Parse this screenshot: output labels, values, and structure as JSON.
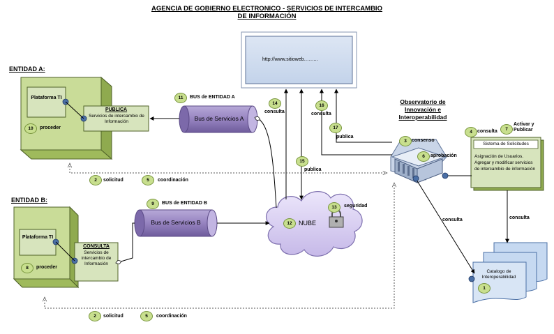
{
  "title": {
    "line1": "AGENCIA DE GOBIERNO ELECTRONICO  -  SERVICIOS DE INTERCAMBIO",
    "line2": "DE INFORMACIÓN"
  },
  "browser": {
    "url": "http://www.sitioweb……..."
  },
  "entity_a": {
    "heading": "ENTIDAD A:",
    "platform": "Plataforma TI",
    "service_title": "PUBLICA",
    "service_text": "Servicios de intercambio de Información",
    "proceder": "proceder",
    "proceder_num": "10",
    "bus_num": "11",
    "bus_label": "BUS de ENTIDAD A",
    "bus_name": "Bus de Servicios A"
  },
  "entity_b": {
    "heading": "ENTIDAD B:",
    "platform": "Plataforma TI",
    "service_title": "CONSULTA",
    "service_text": "Servicios de intercambio de Información",
    "proceder": "proceder",
    "proceder_num": "8",
    "bus_num": "9",
    "bus_label": "BUS de ENTIDAD B",
    "bus_name": "Bus de Servicios B"
  },
  "observatorio": {
    "title": "Observatorio de Innovación e Interoperabilidad"
  },
  "sistema": {
    "title": "Sistema de Solicitudes",
    "text": "Asignación de Usuarios. Agregar y modificar servicios de intercambio de información"
  },
  "catalogo": {
    "text": "Catalogo de Interoperabilidad",
    "num": "1"
  },
  "cloud": {
    "label": "NUBE",
    "num": "12"
  },
  "steps": [
    {
      "num": "2",
      "label": "solicitud"
    },
    {
      "num": "5",
      "label": "coordinación"
    },
    {
      "num": "2",
      "label": "solicitud"
    },
    {
      "num": "5",
      "label": "coordinación"
    },
    {
      "num": "3",
      "label": "consenso"
    },
    {
      "num": "4",
      "label": "consulta"
    },
    {
      "num": "6",
      "label": "aprobación"
    },
    {
      "num": "7",
      "label": "Activar y Publicar"
    },
    {
      "num": "13",
      "label": "seguridad"
    },
    {
      "num": "14",
      "label": "consulta"
    },
    {
      "num": "15",
      "label": "publica"
    },
    {
      "num": "16",
      "label": "consulta"
    },
    {
      "num": "17",
      "label": "publica"
    }
  ],
  "edge_labels": {
    "consulta_left": "consulta",
    "consulta_right": "consulta"
  },
  "colors": {
    "green_light": "#d7e4bd",
    "green_dark": "#9bbb59",
    "green_border": "#4f6228",
    "purple": "#9d8bc1",
    "cloud": "#d9cff0",
    "browser_frame": "#b8c2d6",
    "sky": "#c6d9f1"
  }
}
